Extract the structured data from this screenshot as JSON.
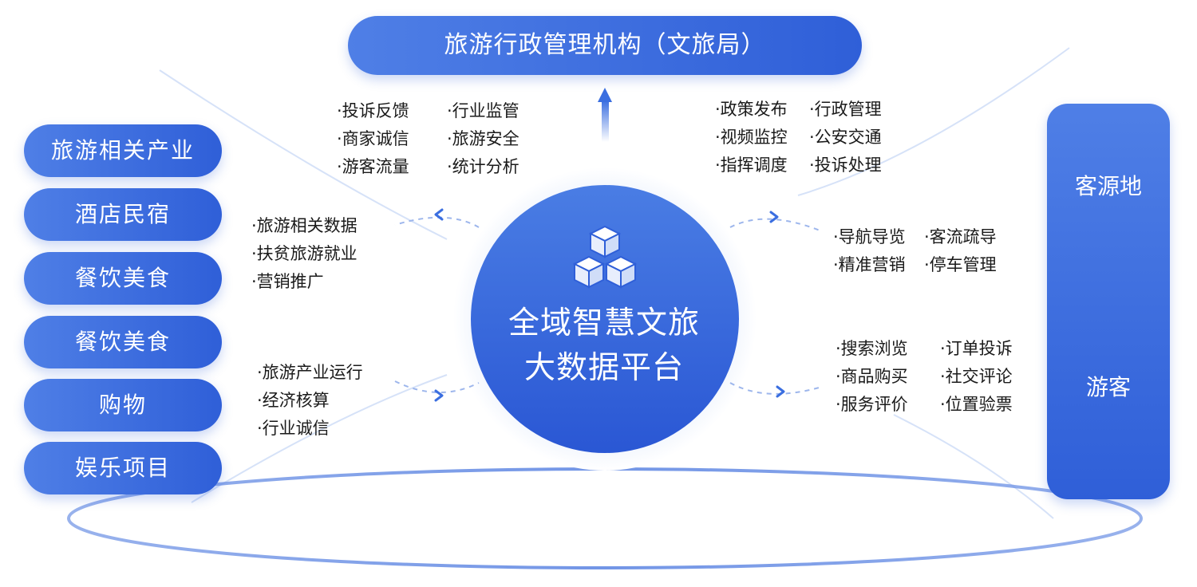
{
  "top_box": "旅游行政管理机构（文旅局）",
  "left_items": [
    "旅游相关产业",
    "酒店民宿",
    "餐饮美食",
    "餐饮美食",
    "购物",
    "娱乐项目"
  ],
  "right_panel": {
    "source": "客源地",
    "visitor": "游客"
  },
  "center": {
    "line1": "全域智慧文旅",
    "line2": "大数据平台"
  },
  "top_left_group": {
    "col1": [
      "·投诉反馈",
      "·商家诚信",
      "·游客流量"
    ],
    "col2": [
      "·行业监管",
      "·旅游安全",
      "·统计分析"
    ]
  },
  "top_right_group": {
    "col1": [
      "·政策发布",
      "·视频监控",
      "·指挥调度"
    ],
    "col2": [
      "·行政管理",
      "·公安交通",
      "·投诉处理"
    ]
  },
  "left_upper_group": [
    "·旅游相关数据",
    "·扶贫旅游就业",
    "·营销推广"
  ],
  "left_lower_group": [
    "·旅游产业运行",
    "·经济核算",
    "·行业诚信"
  ],
  "right_upper_group": {
    "col1": [
      "·导航导览",
      "·精准营销"
    ],
    "col2": [
      "·客流疏导",
      "·停车管理"
    ]
  },
  "right_lower_group": {
    "col1": [
      "·搜索浏览",
      "·商品购买",
      "·服务评价"
    ],
    "col2": [
      "·订单投诉",
      "·社交评论",
      "·位置验票"
    ]
  },
  "colors": {
    "accent": "#2f5fd8",
    "accent_light": "#4f7fe6",
    "arrow": "#3a6ee0",
    "curve": "#d6e2f8"
  },
  "icon": "cubes-icon"
}
